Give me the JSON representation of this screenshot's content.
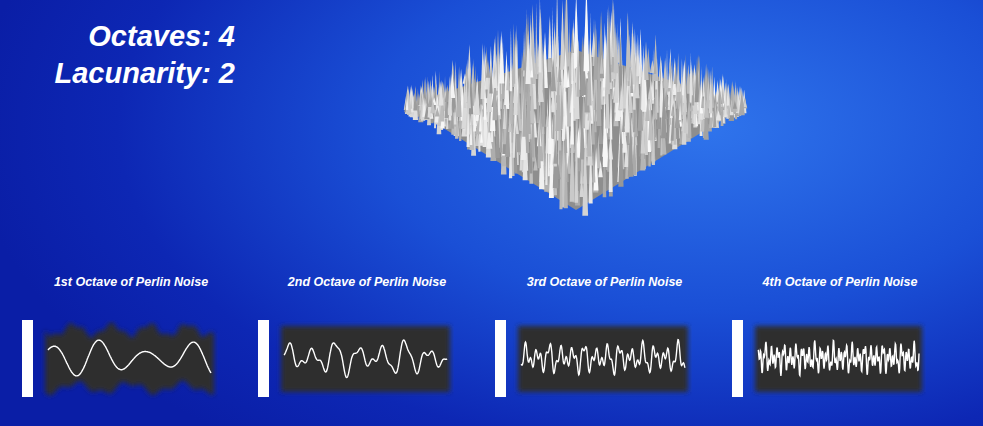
{
  "diagram": {
    "nodes": [
      {
        "text": [
          "1st Octave of Perlin Noise"
        ]
      },
      {
        "text": [
          "2nd Octave of Perlin Noise"
        ]
      },
      {
        "text": [
          "3rd Octave of Perlin Noise"
        ]
      },
      {
        "text": [
          "4th Octave of Perlin Noise"
        ]
      }
    ],
    "labels": [
      "Octaves: 4",
      "Lacunarity: 2"
    ]
  }
}
